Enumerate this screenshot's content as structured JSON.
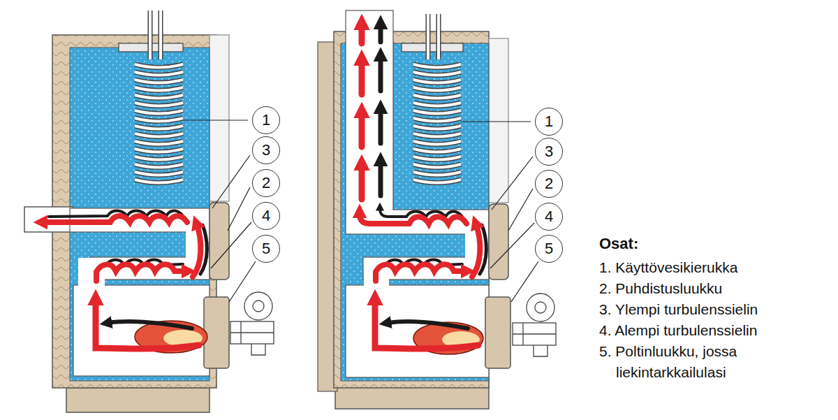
{
  "diagram": {
    "nodes": [
      {
        "text": [
          "1"
        ]
      },
      {
        "text": [
          "3"
        ]
      },
      {
        "text": [
          "2"
        ]
      },
      {
        "text": [
          "4"
        ]
      },
      {
        "text": [
          "5"
        ]
      },
      {
        "text": [
          "1"
        ]
      },
      {
        "text": [
          "3"
        ]
      },
      {
        "text": [
          "2"
        ]
      },
      {
        "text": [
          "4"
        ]
      },
      {
        "text": [
          "5"
        ]
      }
    ],
    "labels": [
      "Osat:",
      "1. Käyttövesikierukka",
      "2. Puhdistusluukku",
      "3. Ylempi turbulenssielin",
      "4. Alempi turbulenssielin",
      "5. Poltinluukku, jossa liekintarkkailulasi"
    ]
  }
}
